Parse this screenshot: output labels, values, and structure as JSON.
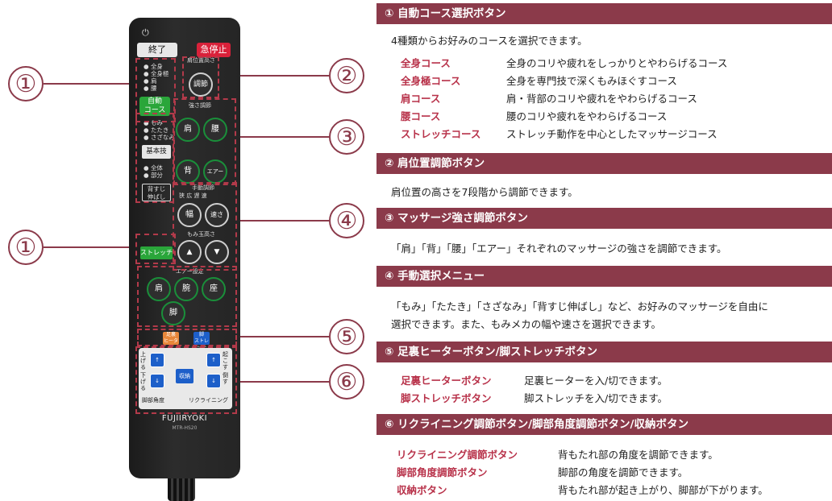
{
  "remote": {
    "power_icon": "⏻",
    "end_button": "終了",
    "stop_button": "急停止",
    "shoulder_position_label": "肩位置高さ",
    "adjust_button": "調節",
    "course_list": [
      "全身",
      "全身極",
      "肩",
      "腰"
    ],
    "auto_button": "自動\nコース",
    "technique_list": [
      "もみ",
      "たたき",
      "さざなみ"
    ],
    "basic_technique_button": "基本技",
    "area_list": [
      "全体",
      "部分"
    ],
    "back_stretch_button": "背すじ\n伸ばし",
    "strength_label": "強さ調節",
    "strength_buttons": [
      "肩",
      "腰",
      "背",
      "エアー"
    ],
    "manual_label": "手動調節",
    "manual_sub": "狭 広 遅 速",
    "width_button": "幅",
    "speed_button": "速さ",
    "ball_height_label": "もみ玉高さ",
    "stretch_button": "ストレッチ",
    "air_label": "エアー設定",
    "air_buttons": [
      "肩",
      "腕",
      "座",
      "脚"
    ],
    "heater_button": "足裏\nヒーター",
    "leg_stretch_button": "脚\nストレッチ",
    "raise_label": "上げる",
    "lower_label": "下げる",
    "stand_label": "起こす",
    "tilt_label": "倒す",
    "store_button": "収納",
    "leg_angle_label": "脚部角度",
    "recline_label": "リクライニング",
    "brand": "FUJIIRYOKI",
    "model": "MTR-HS20"
  },
  "callouts": [
    "①",
    "②",
    "③",
    "④",
    "①",
    "⑤",
    "⑥"
  ],
  "sections": [
    {
      "title": "① 自動コース選択ボタン",
      "desc": "4種類からお好みのコースを選択できます。",
      "items": [
        {
          "term": "全身コース",
          "def": "全身のコリや疲れをしっかりとやわらげるコース"
        },
        {
          "term": "全身極コース",
          "def": "全身を専門技で深くもみほぐすコース"
        },
        {
          "term": "肩コース",
          "def": "肩・背部のコリや疲れをやわらげるコース"
        },
        {
          "term": "腰コース",
          "def": "腰のコリや疲れをやわらげるコース"
        },
        {
          "term": "ストレッチコース",
          "def": "ストレッチ動作を中心としたマッサージコース"
        }
      ]
    },
    {
      "title": "② 肩位置調節ボタン",
      "desc": "肩位置の高さを7段階から調節できます。"
    },
    {
      "title": "③ マッサージ強さ調節ボタン",
      "desc": "「肩」「背」「腰」「エアー」それぞれのマッサージの強さを調節できます。"
    },
    {
      "title": "④ 手動選択メニュー",
      "desc": "「もみ」「たたき」「さざなみ」「背すじ伸ばし」など、お好みのマッサージを自由に",
      "desc2": "選択できます。また、もみメカの幅や速さを選択できます。"
    },
    {
      "title": "⑤ 足裏ヒーターボタン/脚ストレッチボタン",
      "items": [
        {
          "term": "足裏ヒーターボタン",
          "def": "足裏ヒーターを入/切できます。"
        },
        {
          "term": "脚ストレッチボタン",
          "def": "脚ストレッチを入/切できます。"
        }
      ]
    },
    {
      "title": "⑥ リクライニング調節ボタン/脚部角度調節ボタン/収納ボタン",
      "items": [
        {
          "term": "リクライニング調節ボタン",
          "def": "背もたれ部の角度を調節できます。"
        },
        {
          "term": "脚部角度調節ボタン",
          "def": "脚部の角度を調節できます。"
        },
        {
          "term": "収納ボタン",
          "def": "背もたれ部が起き上がり、脚部が下がります。"
        }
      ]
    }
  ]
}
